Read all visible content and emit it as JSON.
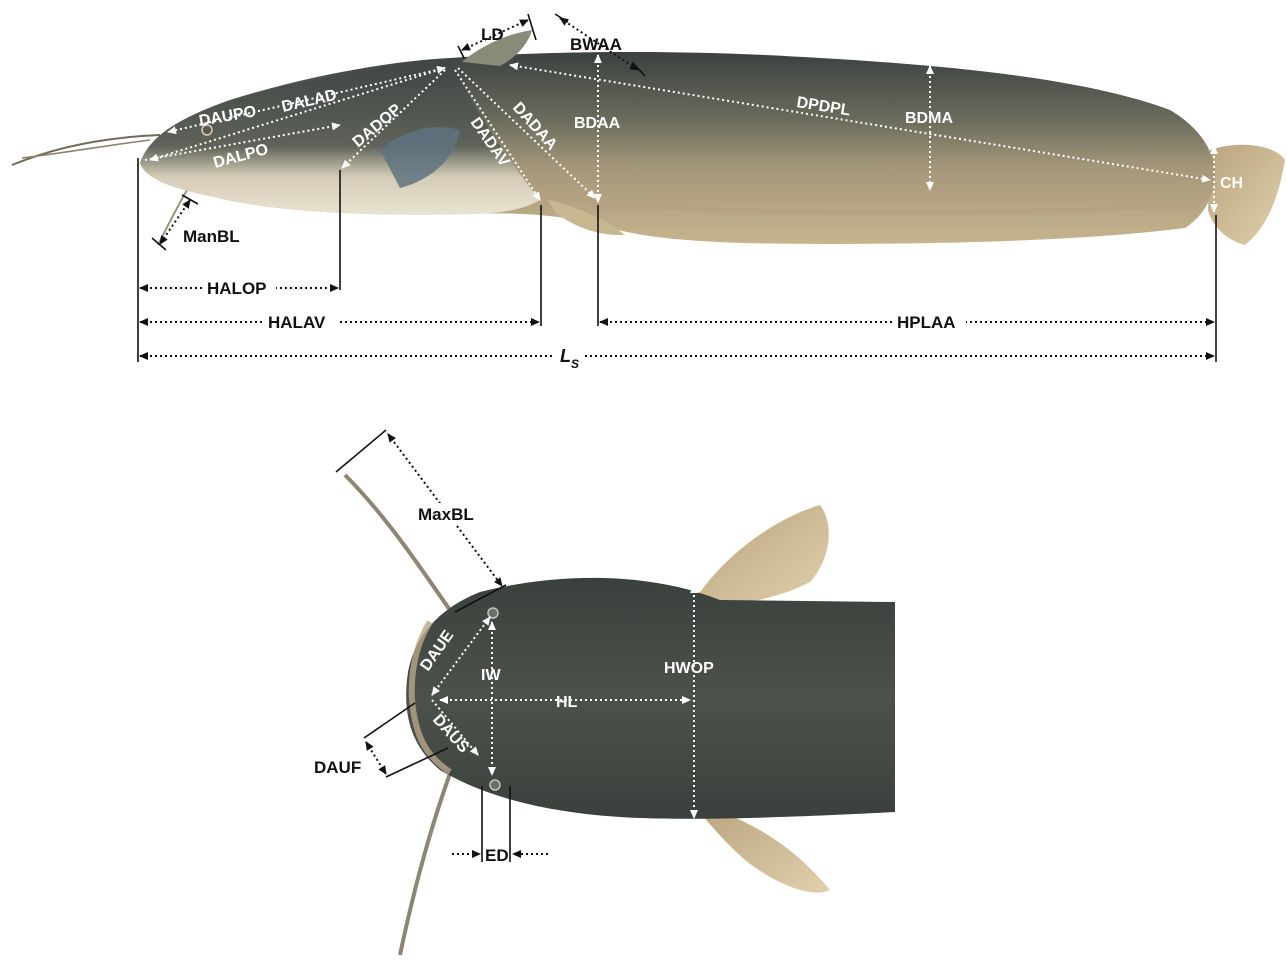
{
  "colors": {
    "body_dark": "#3e4544",
    "body_mid": "#7a7a66",
    "flank": "#a89a7a",
    "belly": "#ece6d4",
    "fin": "#c9b48c",
    "label_dark": "#111111",
    "label_light": "#ffffff"
  },
  "lateral_view": {
    "labels": {
      "ld": "LD",
      "bwaa": "BWAA",
      "daupo": "DAUPO",
      "dalad": "DALAD",
      "dadop": "DADOP",
      "dalpo": "DALPO",
      "dadav": "DADAV",
      "dadaa": "DADAA",
      "bdaa": "BDAA",
      "dpdpl": "DPDPL",
      "bdma": "BDMA",
      "ch": "CH",
      "manbl": "ManBL",
      "halop": "HALOP",
      "halav": "HALAV",
      "hplaa": "HPLAA",
      "ls_main": "L",
      "ls_sub": "S"
    }
  },
  "dorsal_view": {
    "labels": {
      "maxbl": "MaxBL",
      "daue": "DAUE",
      "iw": "IW",
      "hwop": "HWOP",
      "hl": "HL",
      "daus": "DAUS",
      "dauf": "DAUF",
      "ed": "ED"
    }
  }
}
